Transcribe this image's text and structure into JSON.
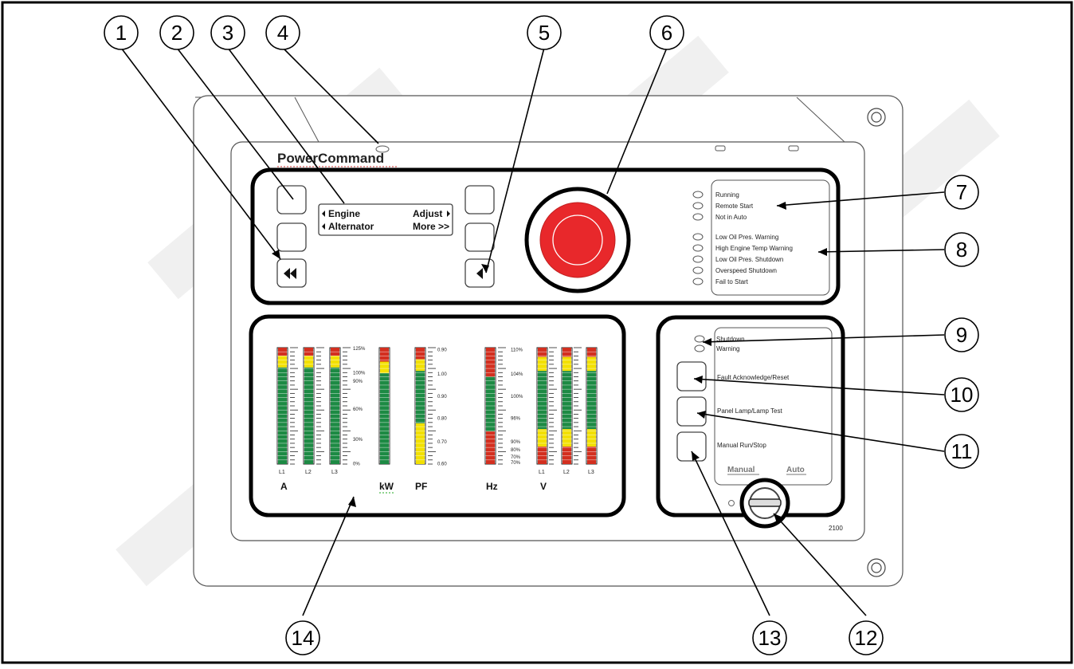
{
  "brand": "PowerCommand",
  "model": "2100",
  "display": {
    "row1_left": "Engine",
    "row1_right": "Adjust",
    "row2_left": "Alternator",
    "row2_right": "More >>"
  },
  "indicators_top": [
    "Running",
    "Remote Start",
    "Not in Auto"
  ],
  "indicators_bottom": [
    "Low Oil Pres. Warning",
    "High Engine Temp Warning",
    "Low Oil Pres. Shutdown",
    "Overspeed Shutdown",
    "Fail to Start"
  ],
  "lower_indicators": [
    "Shutdown",
    "Warning"
  ],
  "controls": {
    "fault_reset": "Fault Acknowledge/Reset",
    "lamp_test": "Panel Lamp/Lamp Test",
    "manual_run": "Manual Run/Stop",
    "manual_label": "Manual",
    "auto_label": "Auto"
  },
  "meters": {
    "amps_phases": [
      "L1",
      "L2",
      "L3"
    ],
    "amps_label": "A",
    "pct_scale": [
      "125%",
      "100%",
      "90%",
      "60%",
      "30%",
      "0%"
    ],
    "kw_label": "kW",
    "pf_scale": [
      "0.90",
      "1.00",
      "0.90",
      "0.80",
      "0.70",
      "0.60"
    ],
    "pf_label": "PF",
    "freq_scale": [
      "110%",
      "104%",
      "100%",
      "96%",
      "90%",
      "80%",
      "70%",
      "70%"
    ],
    "hz_label": "Hz",
    "volt_phases": [
      "L1",
      "L2",
      "L3"
    ],
    "v_label": "V"
  },
  "callouts": [
    "1",
    "2",
    "3",
    "4",
    "5",
    "6",
    "7",
    "8",
    "9",
    "10",
    "11",
    "12",
    "13",
    "14"
  ],
  "colors": {
    "estop_red": "#e8282b",
    "bar_red": "#d32f1f",
    "bar_yellow": "#f2e000",
    "bar_green": "#1d8a44",
    "frame": "#000000"
  }
}
